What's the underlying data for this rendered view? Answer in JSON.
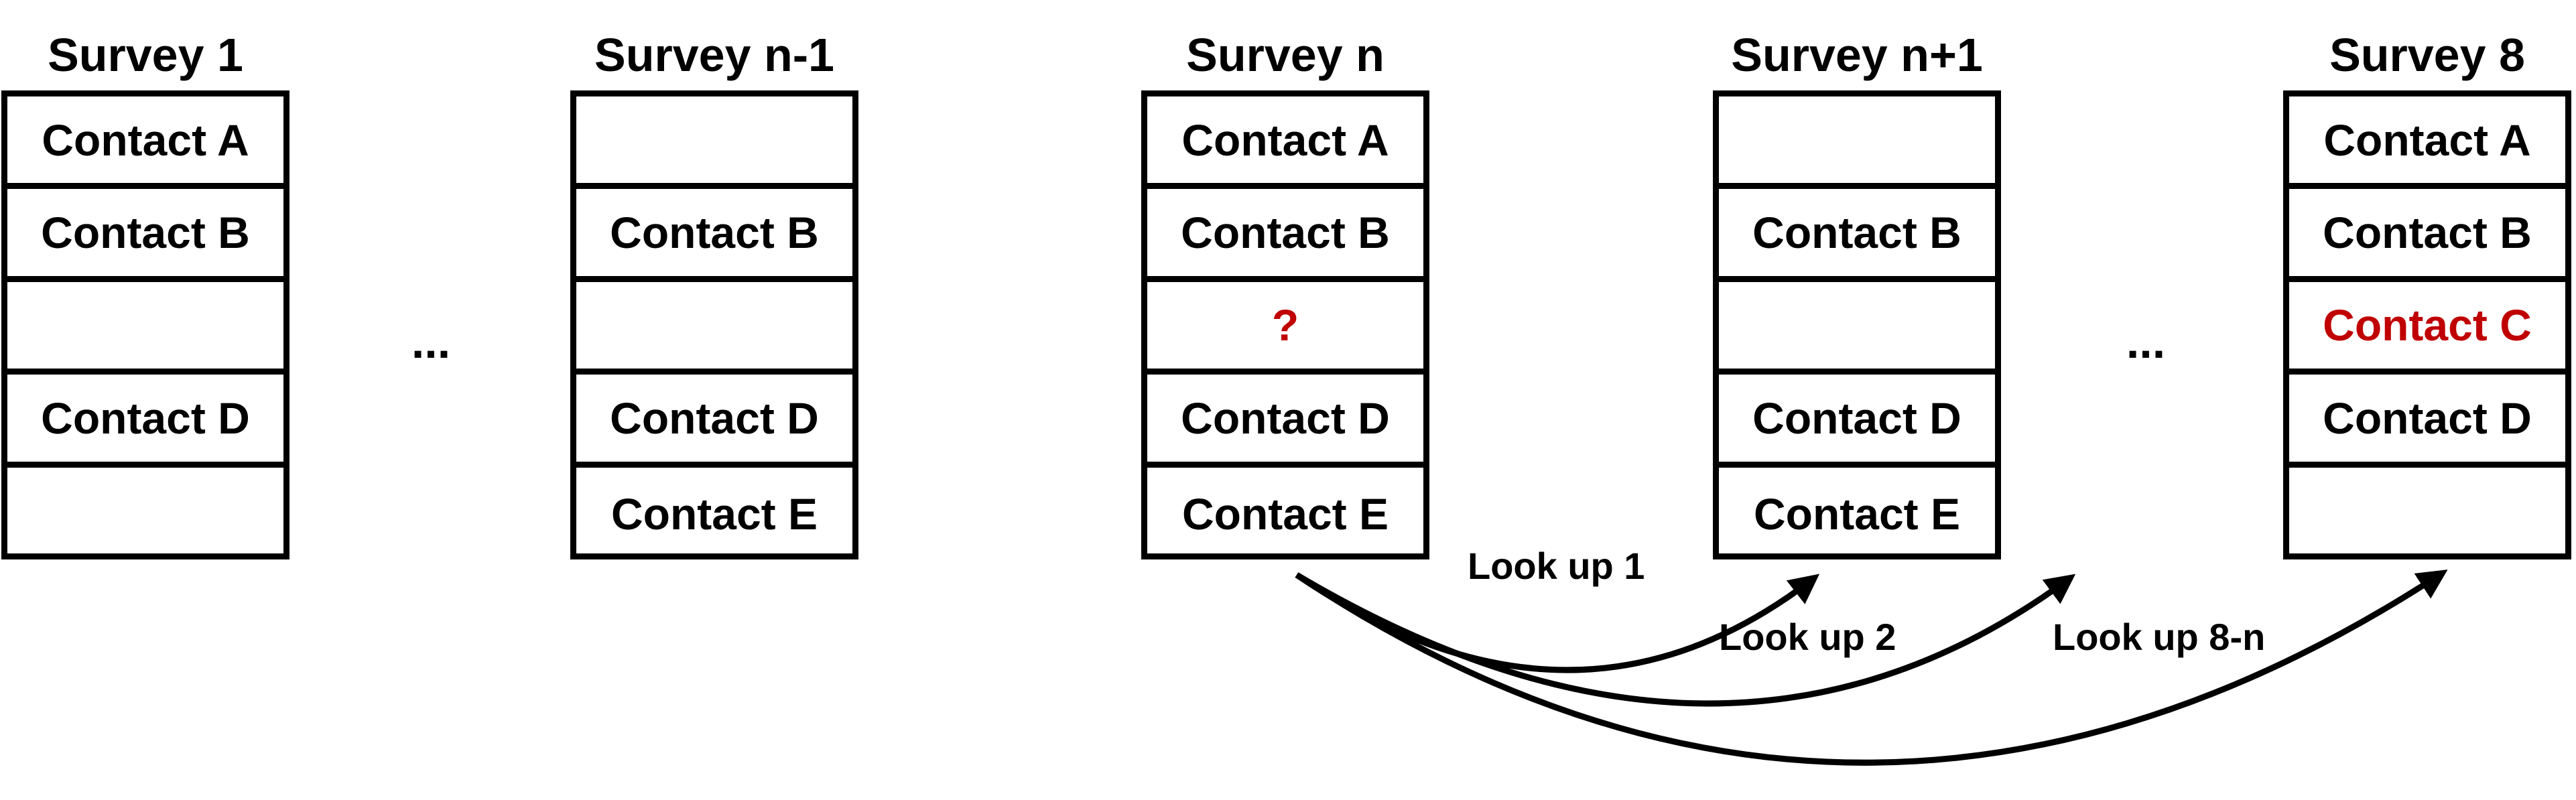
{
  "surveys": [
    {
      "title": "Survey 1",
      "rows": [
        "Contact A",
        "Contact B",
        "",
        "Contact D",
        ""
      ]
    },
    {
      "title": "Survey n-1",
      "rows": [
        "",
        "Contact B",
        "",
        "Contact D",
        "Contact E"
      ]
    },
    {
      "title": "Survey n",
      "rows": [
        "Contact A",
        "Contact B",
        "?",
        "Contact D",
        "Contact E"
      ]
    },
    {
      "title": "Survey n+1",
      "rows": [
        "",
        "Contact B",
        "",
        "Contact D",
        "Contact E"
      ]
    },
    {
      "title": "Survey 8",
      "rows": [
        "Contact A",
        "Contact B",
        "Contact C",
        "Contact D",
        ""
      ]
    }
  ],
  "ellipses": [
    "...",
    "..."
  ],
  "lookups": [
    "Look up 1",
    "Look up 2",
    "Look up 8-n"
  ],
  "colors": {
    "highlight": "#c00000",
    "stroke": "#000000"
  }
}
